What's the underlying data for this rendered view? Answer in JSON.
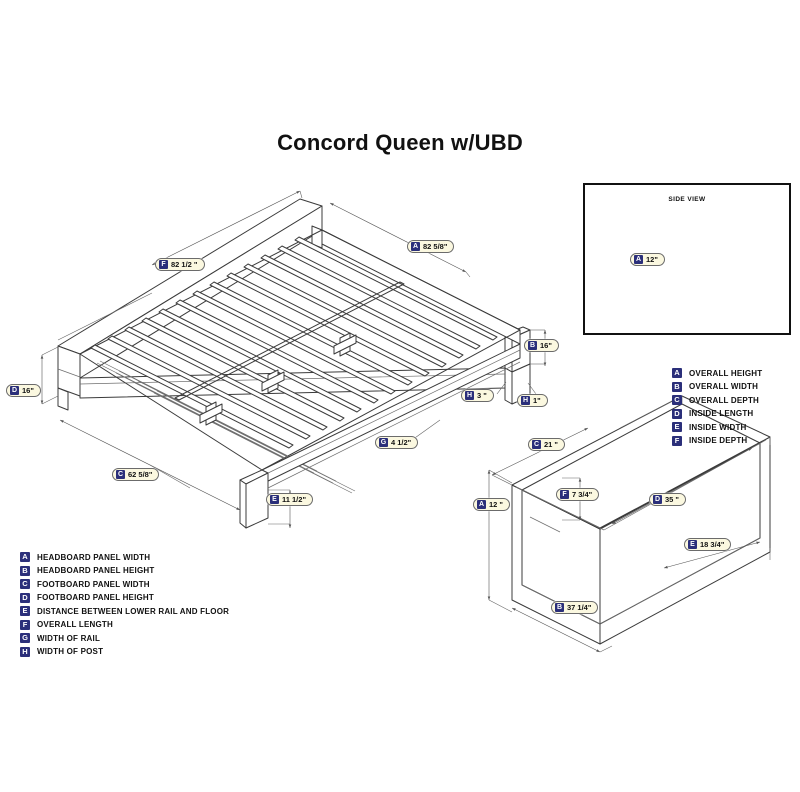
{
  "page": {
    "title": "Concord Queen w/UBD",
    "background": "#ffffff",
    "ink": "#111111",
    "chip_fill": "#fbf8e0",
    "key_fill": "#2b2f7a"
  },
  "side_view": {
    "title": "SIDE VIEW",
    "callouts": [
      {
        "key": "A",
        "value": "12\""
      }
    ]
  },
  "bed_callouts": [
    {
      "key": "F",
      "value": "82 1/2 \""
    },
    {
      "key": "A",
      "value": "82 5/8\""
    },
    {
      "key": "B",
      "value": "16\""
    },
    {
      "key": "D",
      "value": "16\""
    },
    {
      "key": "H",
      "value": "3 \""
    },
    {
      "key": "H",
      "value": "1\""
    },
    {
      "key": "G",
      "value": "4 1/2\""
    },
    {
      "key": "C",
      "value": "62 5/8\""
    },
    {
      "key": "E",
      "value": "11 1/2\""
    }
  ],
  "drawer_callouts": [
    {
      "key": "C",
      "value": "21 \""
    },
    {
      "key": "A",
      "value": "12 \""
    },
    {
      "key": "F",
      "value": "7 3/4\""
    },
    {
      "key": "D",
      "value": "35 \""
    },
    {
      "key": "E",
      "value": "18 3/4\""
    },
    {
      "key": "B",
      "value": "37 1/4\""
    }
  ],
  "legend_bed": {
    "title": "Bed dimension legend",
    "items": [
      {
        "key": "A",
        "label": "HEADBOARD PANEL WIDTH"
      },
      {
        "key": "B",
        "label": "HEADBOARD PANEL HEIGHT"
      },
      {
        "key": "C",
        "label": "FOOTBOARD PANEL WIDTH"
      },
      {
        "key": "D",
        "label": "FOOTBOARD PANEL HEIGHT"
      },
      {
        "key": "E",
        "label": "DISTANCE BETWEEN LOWER RAIL AND FLOOR"
      },
      {
        "key": "F",
        "label": "OVERALL LENGTH"
      },
      {
        "key": "G",
        "label": "WIDTH OF RAIL"
      },
      {
        "key": "H",
        "label": "WIDTH OF POST"
      }
    ]
  },
  "legend_drawer": {
    "title": "Drawer dimension legend",
    "items": [
      {
        "key": "A",
        "label": "OVERALL HEIGHT"
      },
      {
        "key": "B",
        "label": "OVERALL WIDTH"
      },
      {
        "key": "C",
        "label": "OVERALL DEPTH"
      },
      {
        "key": "D",
        "label": "INSIDE LENGTH"
      },
      {
        "key": "E",
        "label": "INSIDE WIDTH"
      },
      {
        "key": "F",
        "label": "INSIDE DEPTH"
      }
    ]
  }
}
